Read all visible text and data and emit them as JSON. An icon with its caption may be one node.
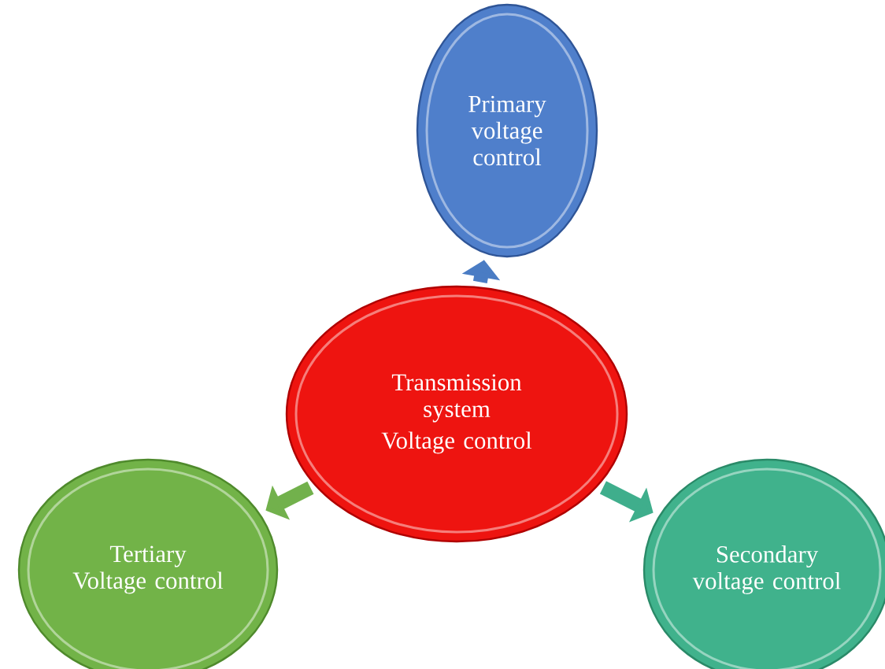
{
  "diagram": {
    "nodes": [
      {
        "text": [
          "Primary voltage control"
        ]
      },
      {
        "text": [
          "Transmission system",
          "Voltage control"
        ]
      },
      {
        "text": [
          "Tertiary Voltage control"
        ]
      },
      {
        "text": [
          "Secondary voltage control"
        ]
      }
    ],
    "edges": [
      {
        "from": 1,
        "to": 0,
        "arrow": "to",
        "color": "#4a7cc4"
      },
      {
        "from": 1,
        "to": 2,
        "arrow": "to",
        "color": "#72b14c"
      },
      {
        "from": 1,
        "to": 3,
        "arrow": "to",
        "color": "#3fae8c"
      }
    ]
  }
}
